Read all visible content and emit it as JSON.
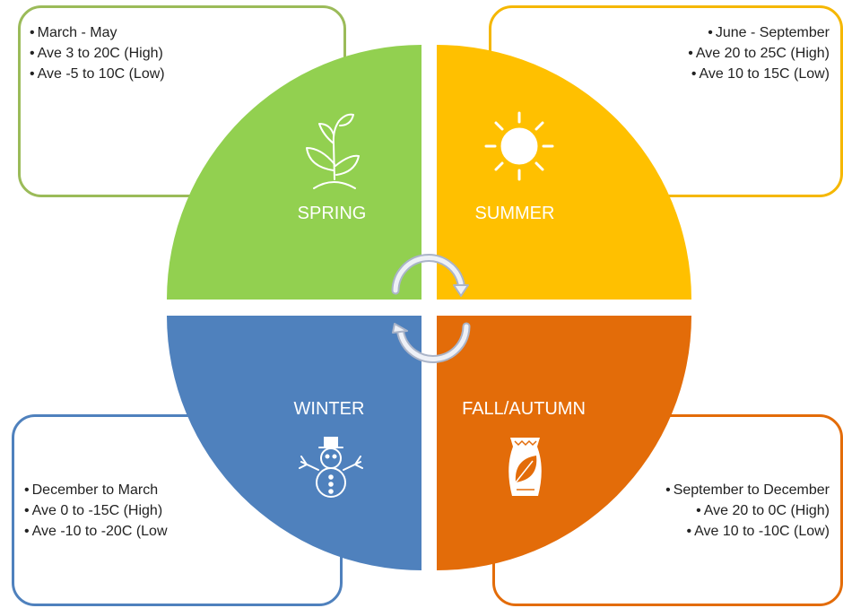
{
  "seasons": {
    "spring": {
      "label": "SPRING",
      "color": "#92d050",
      "icon": "plant-icon",
      "details": [
        "March - May",
        "Ave 3 to 20C (High)",
        "Ave -5 to 10C (Low)"
      ]
    },
    "summer": {
      "label": "SUMMER",
      "color": "#ffc000",
      "icon": "sun-icon",
      "details": [
        "June - September",
        "Ave 20 to 25C (High)",
        "Ave 10 to 15C (Low)"
      ]
    },
    "winter": {
      "label": "WINTER",
      "color": "#4f81bd",
      "icon": "snowman-icon",
      "details": [
        "December to March",
        "Ave 0 to -15C (High)",
        "Ave -10 to -20C (Low"
      ]
    },
    "fall": {
      "label": "FALL/AUTUMN",
      "color": "#e36c09",
      "icon": "leaf-bag-icon",
      "details": [
        "September to December",
        "Ave 20 to 0C (High)",
        "Ave 10 to -10C (Low)"
      ]
    }
  },
  "cycle_icon": "cycle-arrows-icon"
}
